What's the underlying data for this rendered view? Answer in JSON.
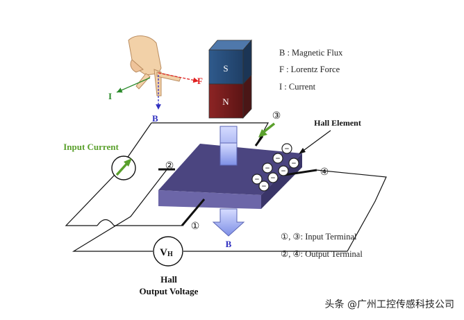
{
  "hand_axes": {
    "f_label": "F",
    "i_label": "I",
    "b_label": "B"
  },
  "magnet": {
    "top_pole": "S",
    "bottom_pole": "N"
  },
  "legend": {
    "b": "B : Magnetic Flux",
    "f": "F : Lorentz Force",
    "i": "I  : Current"
  },
  "labels": {
    "hall_element": "Hall Element",
    "input_current": "Input Current",
    "flux_arrow": "B",
    "terminal_1": "①",
    "terminal_2": "②",
    "terminal_3": "③",
    "terminal_4": "④",
    "voltmeter": "V",
    "voltmeter_sub": "H",
    "hall_output_line1": "Hall",
    "hall_output_line2": "Output Voltage",
    "input_terminal": "①, ③: Input Terminal",
    "output_terminal": "②, ④: Output Terminal",
    "electron_sign": "−"
  },
  "watermark": "头条 @广州工控传感科技公司",
  "colors": {
    "magnet_s": "#3a5f8f",
    "magnet_n": "#7a1f1f",
    "hall_top": "#4b4580",
    "hall_front": "#6a64a6",
    "hall_side": "#3a3568",
    "input_current": "#5aa02c",
    "flux_arrow": "#8a9ae8",
    "f_red": "#e02020",
    "i_green": "#2a8a2a",
    "b_blue": "#3030c0"
  }
}
